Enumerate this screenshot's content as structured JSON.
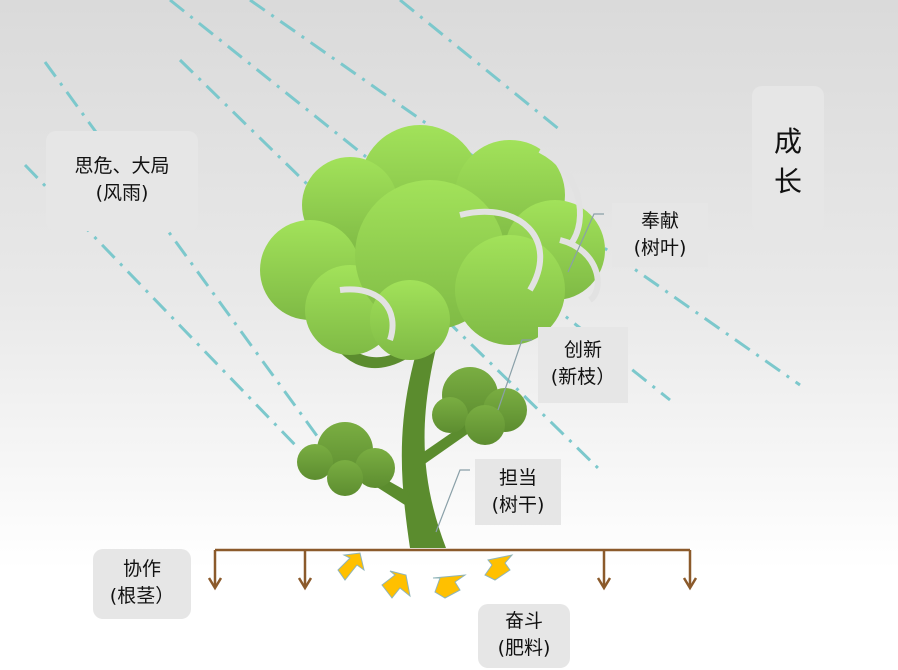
{
  "labels": {
    "risk": {
      "line1": "思危、大局",
      "line2": "(风雨)"
    },
    "growth": {
      "line1": "成",
      "line2": "长"
    },
    "leaves": {
      "line1": "奉献",
      "line2": "(树叶)"
    },
    "branch": {
      "line1": "创新",
      "line2": "(新枝）"
    },
    "trunk": {
      "line1": "担当",
      "line2": "(树干)"
    },
    "roots": {
      "line1": "协作",
      "line2": "(根茎）"
    },
    "fertilizer": {
      "line1": "奋斗",
      "line2": "(肥料)"
    }
  },
  "colors": {
    "rain": "#7cc8cc",
    "canopy": "#9bdc55",
    "branch_green": "#6c9e3a",
    "trunk": "#5b8c2e",
    "root": "#8b5a2b",
    "arrow": "#ffc000"
  }
}
